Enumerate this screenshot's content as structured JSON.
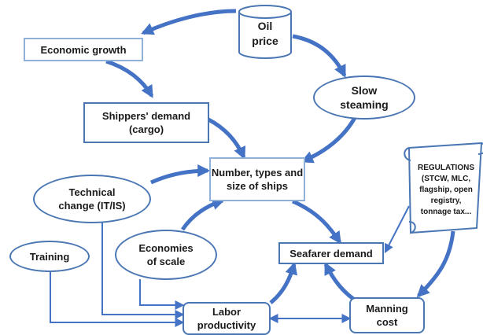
{
  "nodes": {
    "oil_price": [
      "Oil",
      "price"
    ],
    "economic_growth": [
      "Economic growth"
    ],
    "slow_steaming": [
      "Slow",
      "steaming"
    ],
    "shippers_demand": [
      "Shippers' demand",
      "(cargo)"
    ],
    "number_types_size": [
      "Number, types and",
      "size of ships"
    ],
    "technical_change": [
      "Technical",
      "change (IT/IS)"
    ],
    "regulations": [
      "REGULATIONS",
      "(STCW, MLC,",
      "flagship, open",
      "registry,",
      "tonnage tax..."
    ],
    "economies_of_scale": [
      "Economies",
      "of scale"
    ],
    "seafarer_demand": [
      "Seafarer demand"
    ],
    "training": [
      "Training"
    ],
    "labor_productivity": [
      "Labor",
      "productivity"
    ],
    "manning_cost": [
      "Manning",
      "cost"
    ]
  },
  "colors": {
    "border": "#4a77b4",
    "arrow": "#4472c4",
    "text": "#1a1a1a",
    "background": "#ffffff"
  }
}
